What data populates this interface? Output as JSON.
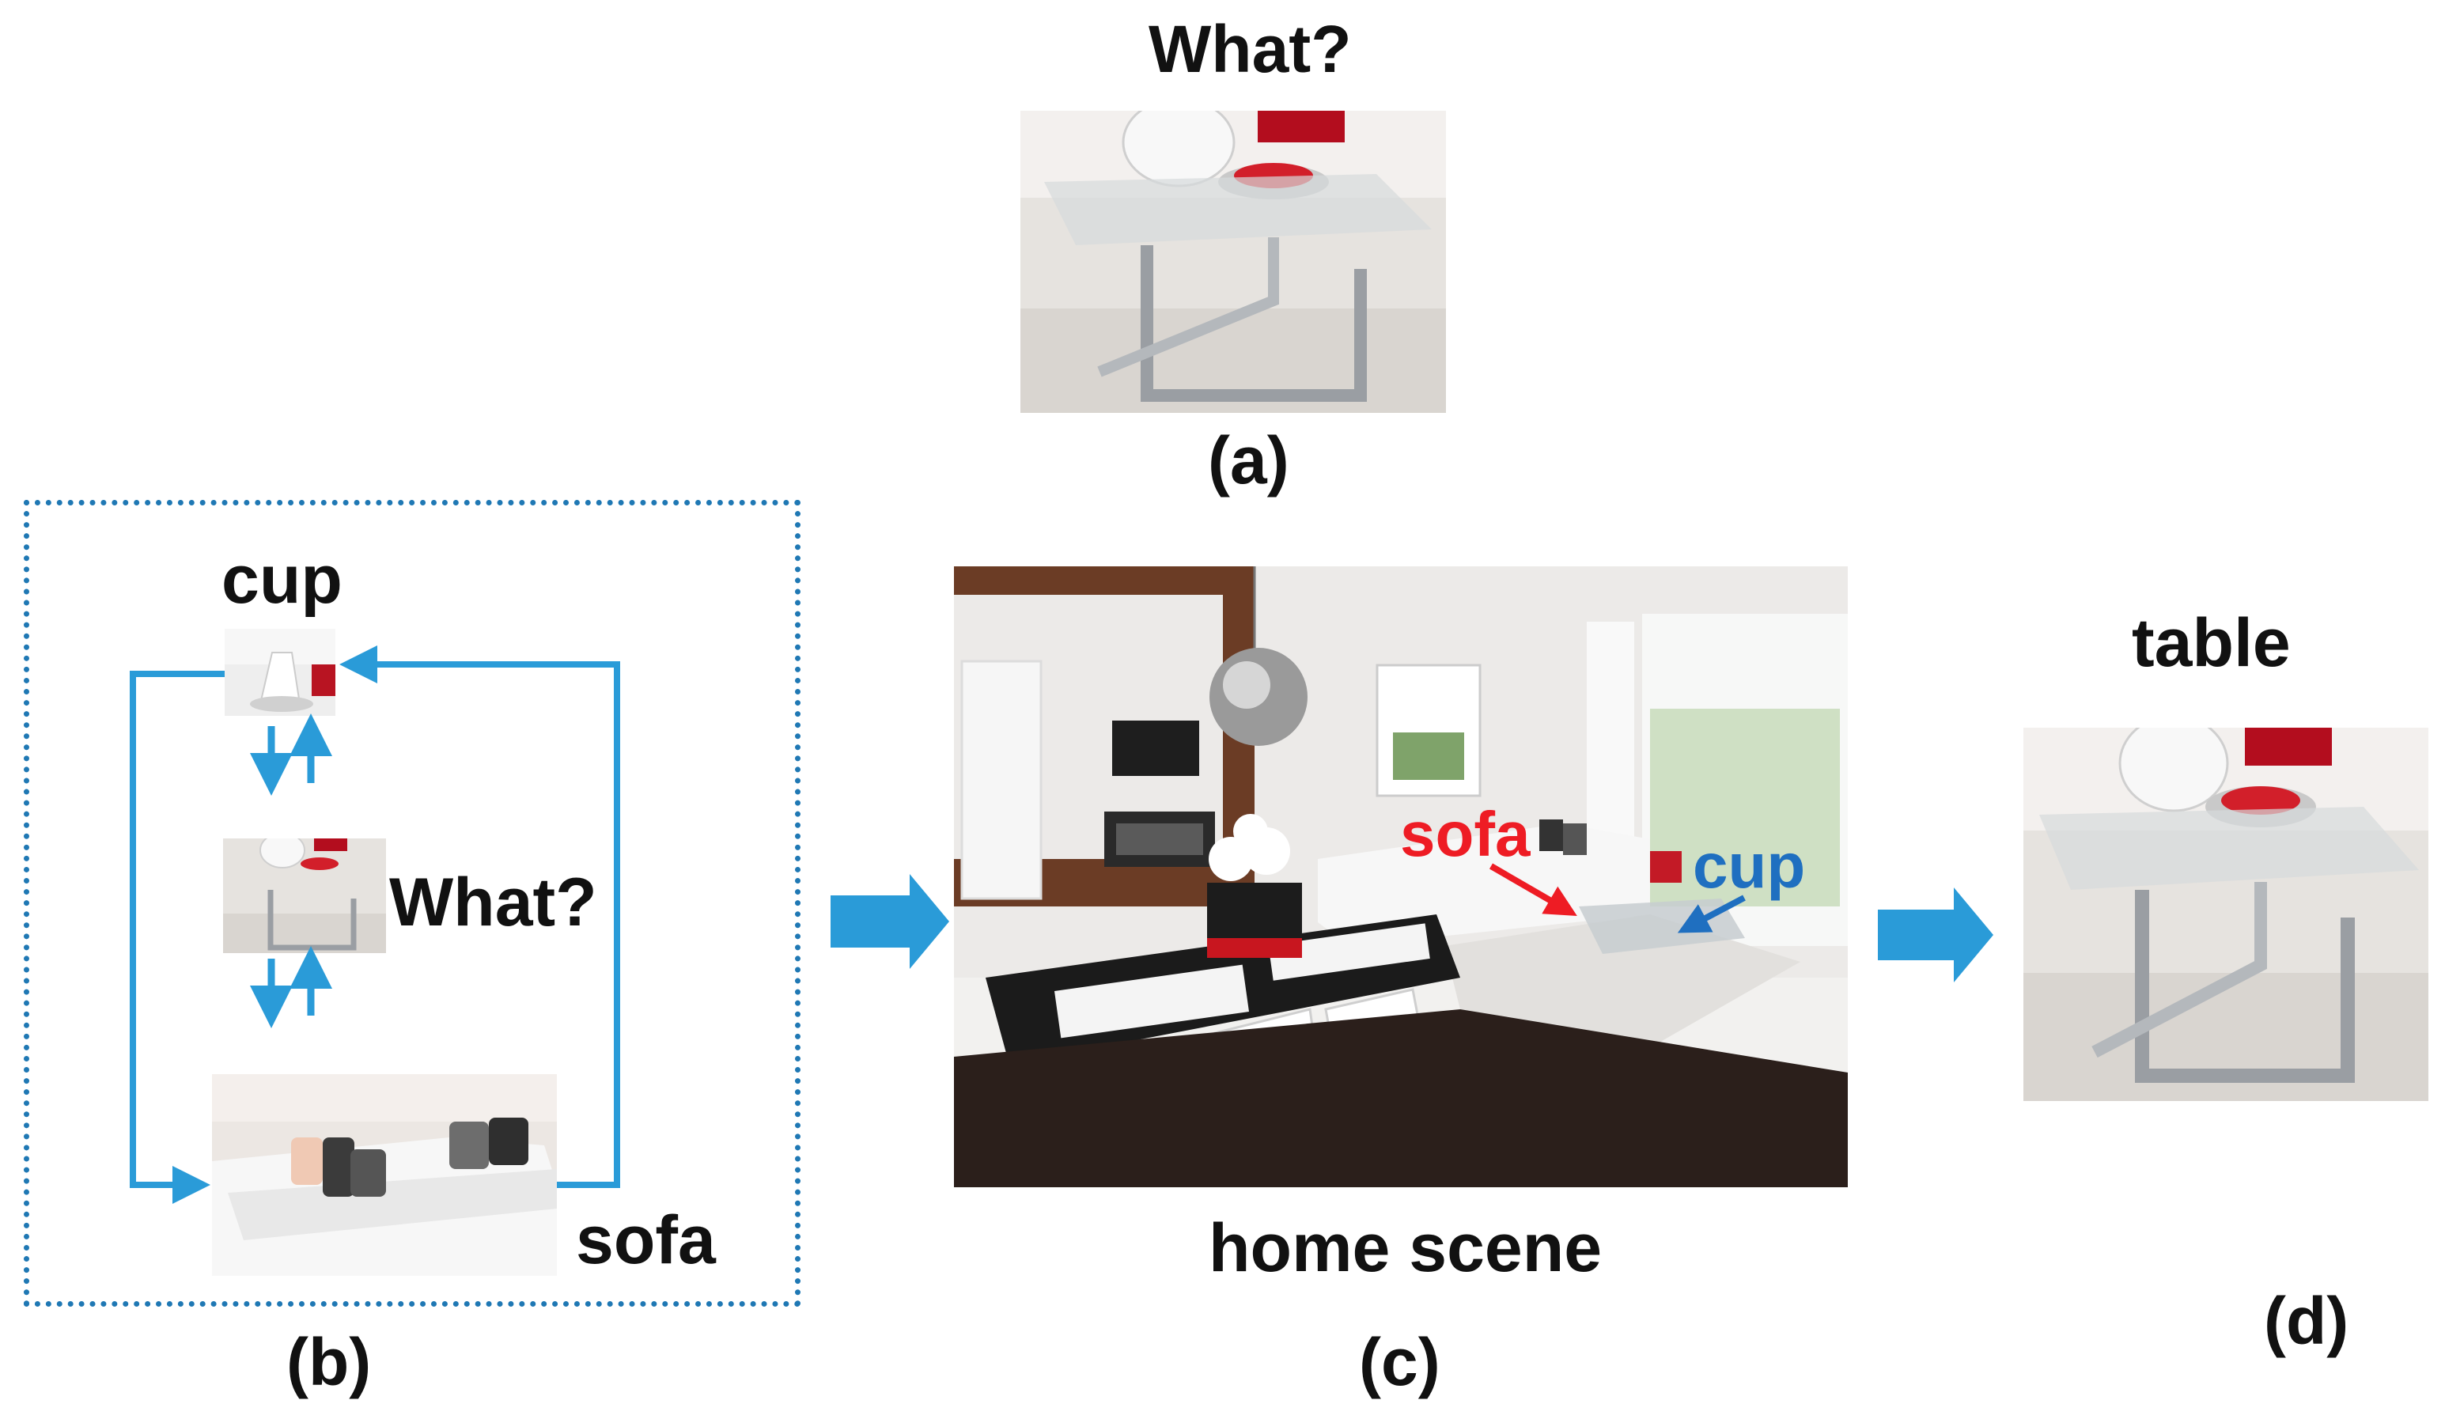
{
  "panels": {
    "a": {
      "title": "What?",
      "caption": "(a)"
    },
    "b": {
      "cup_label": "cup",
      "query_label": "What?",
      "sofa_label": "sofa",
      "caption": "(b)"
    },
    "c": {
      "sofa_label": "sofa",
      "cup_label": "cup",
      "scene_label": "home scene",
      "caption": "(c)"
    },
    "d": {
      "title": "table",
      "caption": "(d)"
    }
  },
  "colors": {
    "arrow": "#2a9bd8",
    "sofa_annotation": "#ee1c24",
    "cup_annotation": "#1f6fc0",
    "dashed_border": "#1f78b4"
  }
}
